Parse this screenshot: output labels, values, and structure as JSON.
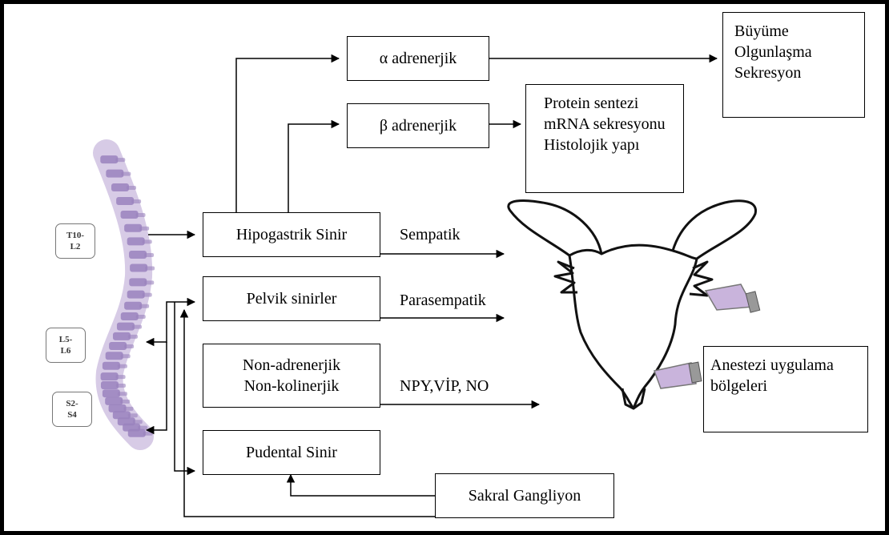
{
  "boxes": {
    "alpha": "α adrenerjik",
    "beta": "β adrenerjik",
    "hipogastrik": "Hipogastrik Sinir",
    "pelvik": "Pelvik sinirler",
    "nonadr_1": "Non-adrenerjik",
    "nonadr_2": "Non-kolinerjik",
    "pudental": "Pudental Sinir",
    "sakral": "Sakral Gangliyon"
  },
  "effects": {
    "alpha": [
      "Büyüme",
      "Olgunlaşma",
      "Sekresyon"
    ],
    "beta": [
      "Protein sentezi",
      "mRNA sekresyonu",
      "Histolojik yapı"
    ]
  },
  "labels": {
    "sempatik": "Sempatik",
    "parasempatik": "Parasempatik",
    "npy": "NPY,VİP, NO"
  },
  "anesthesia": [
    "Anestezi uygulama",
    "bölgeleri"
  ],
  "vertebrae": {
    "t10": [
      "T10-",
      "L2"
    ],
    "l5": [
      "L5-",
      "L6"
    ],
    "s2": [
      "S2-",
      "S4"
    ]
  },
  "colors": {
    "spine": "#9a82bd",
    "border": "#000000",
    "syringe": "#c9b4dc"
  }
}
